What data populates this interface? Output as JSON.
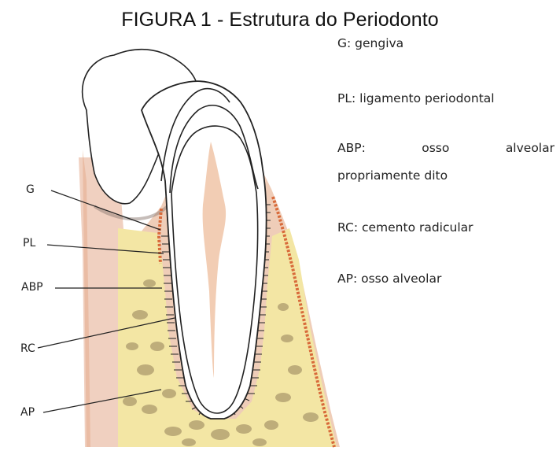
{
  "title": "FIGURA 1 - Estrutura do Periodonto",
  "labels": {
    "g": "G",
    "pl": "PL",
    "abp": "ABP",
    "rc": "RC",
    "ap": "AP"
  },
  "legend": {
    "g": "G: gengiva",
    "pl": "PL: ligamento periodontal",
    "abp_part1": "ABP:",
    "abp_part2": "osso",
    "abp_part3": "alveolar",
    "abp_line2": "propriamente dito",
    "rc": "RC: cemento radicular",
    "ap": "AP: osso alveolar"
  },
  "colors": {
    "gingiva": "#e9bca0",
    "bone_yellow": "#f3e6a4",
    "bone_speckle": "#b4a374",
    "gum_edge": "#d86a3a",
    "pulp": "#f2cdb4",
    "outline": "#222222"
  }
}
